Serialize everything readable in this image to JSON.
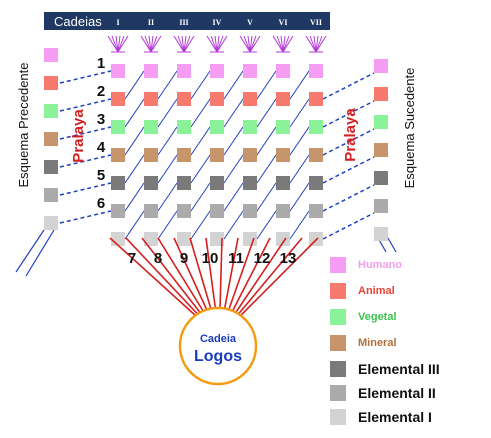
{
  "header": {
    "label": "Cadeias",
    "chains": [
      "I",
      "II",
      "III",
      "IV",
      "V",
      "VI",
      "VII"
    ],
    "bar_color": "#1f3864"
  },
  "left_label": "Esquema Precedente",
  "right_label": "Esquema Sucedente",
  "pralaya_left": "Pralaya",
  "pralaya_right": "Pralaya",
  "center": {
    "line1": "Cadeia",
    "line2": "Logos",
    "ring_color": "#f39c12",
    "text_color": "#1a3cbf"
  },
  "rounds_upper": [
    "1",
    "2",
    "3",
    "4",
    "5",
    "6"
  ],
  "rounds_lower": [
    "7",
    "8",
    "9",
    "10",
    "11",
    "12",
    "13"
  ],
  "kingdoms": [
    {
      "name": "Humano",
      "color": "#f59df2",
      "text_color": "#f59df2"
    },
    {
      "name": "Animal",
      "color": "#f77a6e",
      "text_color": "#e8443a"
    },
    {
      "name": "Vegetal",
      "color": "#8cf29a",
      "text_color": "#3cc24e"
    },
    {
      "name": "Mineral",
      "color": "#c7956c",
      "text_color": "#b0703e"
    },
    {
      "name": "Elemental III",
      "color": "#7a7a7a",
      "text_color": "#111111"
    },
    {
      "name": "Elemental II",
      "color": "#ababab",
      "text_color": "#111111"
    },
    {
      "name": "Elemental I",
      "color": "#d3d3d3",
      "text_color": "#111111"
    }
  ]
}
